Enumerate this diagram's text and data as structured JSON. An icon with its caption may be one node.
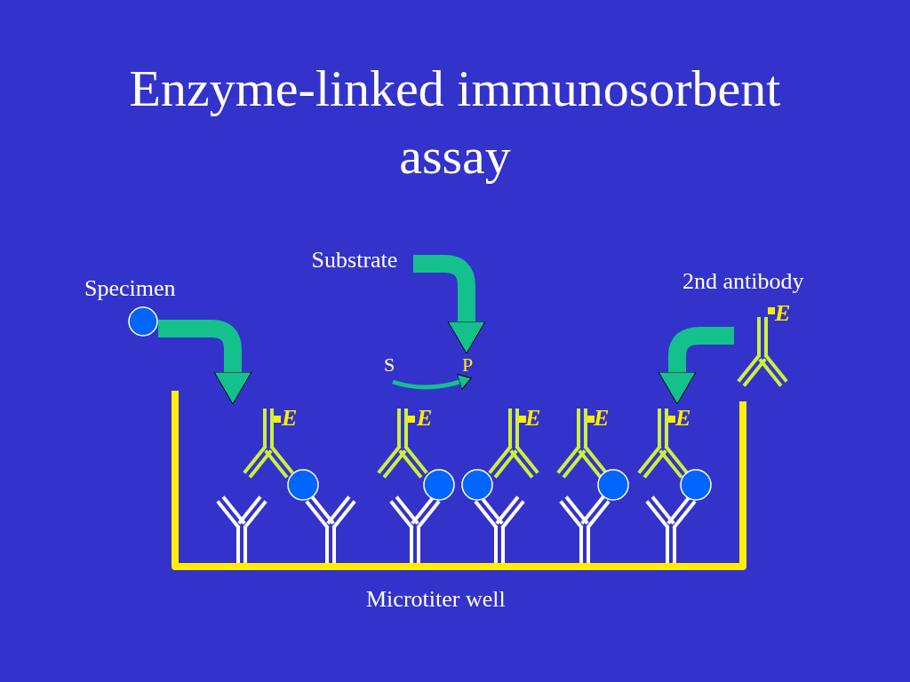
{
  "diagram": {
    "title": "Enzyme-linked immunosorbent assay",
    "nodes": [
      {
        "text": [],
        "shape": "circle",
        "beside": [
          "Specimen"
        ]
      },
      {
        "text": [],
        "shape": "box",
        "beside": [
          "Microtiter well"
        ]
      },
      {
        "text": [
          "Substrate"
        ]
      },
      {
        "text": [],
        "shape": "picture",
        "beside": [
          "2nd antibody"
        ]
      },
      {
        "text": [
          "S"
        ]
      },
      {
        "text": [
          "P"
        ]
      }
    ],
    "edges": [
      {
        "from": 0,
        "to": 1,
        "arrow": "to"
      },
      {
        "from": 2,
        "to": 5,
        "arrow": "to"
      },
      {
        "from": 3,
        "to": 1,
        "arrow": "to"
      },
      {
        "from": 4,
        "to": 5,
        "arrow": "to"
      }
    ],
    "labels": [
      "E",
      "E",
      "E",
      "E",
      "E",
      "E"
    ]
  }
}
